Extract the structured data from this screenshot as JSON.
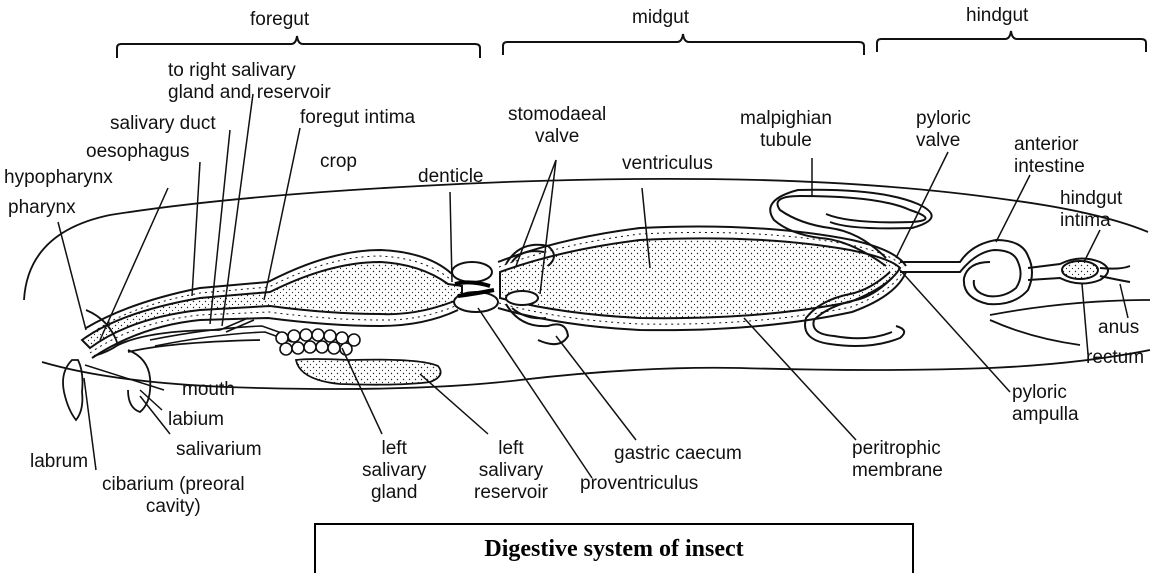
{
  "regions": {
    "foregut": "foregut",
    "midgut": "midgut",
    "hindgut": "hindgut"
  },
  "labels": {
    "to_right_salivary": "to right salivary\ngland and reservoir",
    "salivary_duct": "salivary duct",
    "oesophagus": "oesophagus",
    "hypopharynx": "hypopharynx",
    "pharynx": "pharynx",
    "foregut_intima": "foregut intima",
    "crop": "crop",
    "denticle": "denticle",
    "stomodaeal_valve": "stomodaeal\nvalve",
    "ventriculus": "ventriculus",
    "malpighian_tubule": "malpighian\ntubule",
    "pyloric_valve": "pyloric\nvalve",
    "anterior_intestine": "anterior\nintestine",
    "hindgut_intima": "hindgut\nintima",
    "anus": "anus",
    "rectum": "rectum",
    "mouth": "mouth",
    "labium": "labium",
    "salivarium": "salivarium",
    "labrum": "labrum",
    "cibarium": "cibarium (preoral\ncavity)",
    "left_salivary_gland": "left\nsalivary\ngland",
    "left_salivary_reservoir": "left\nsalivary\nreservoir",
    "gastric_caecum": "gastric caecum",
    "proventriculus": "proventriculus",
    "peritrophic_membrane": "peritrophic\nmembrane",
    "pyloric_ampulla": "pyloric\nampulla"
  },
  "caption": "Digestive system of insect",
  "colors": {
    "ink": "#111111",
    "background": "#ffffff",
    "cell_fill": "#ffffff"
  }
}
